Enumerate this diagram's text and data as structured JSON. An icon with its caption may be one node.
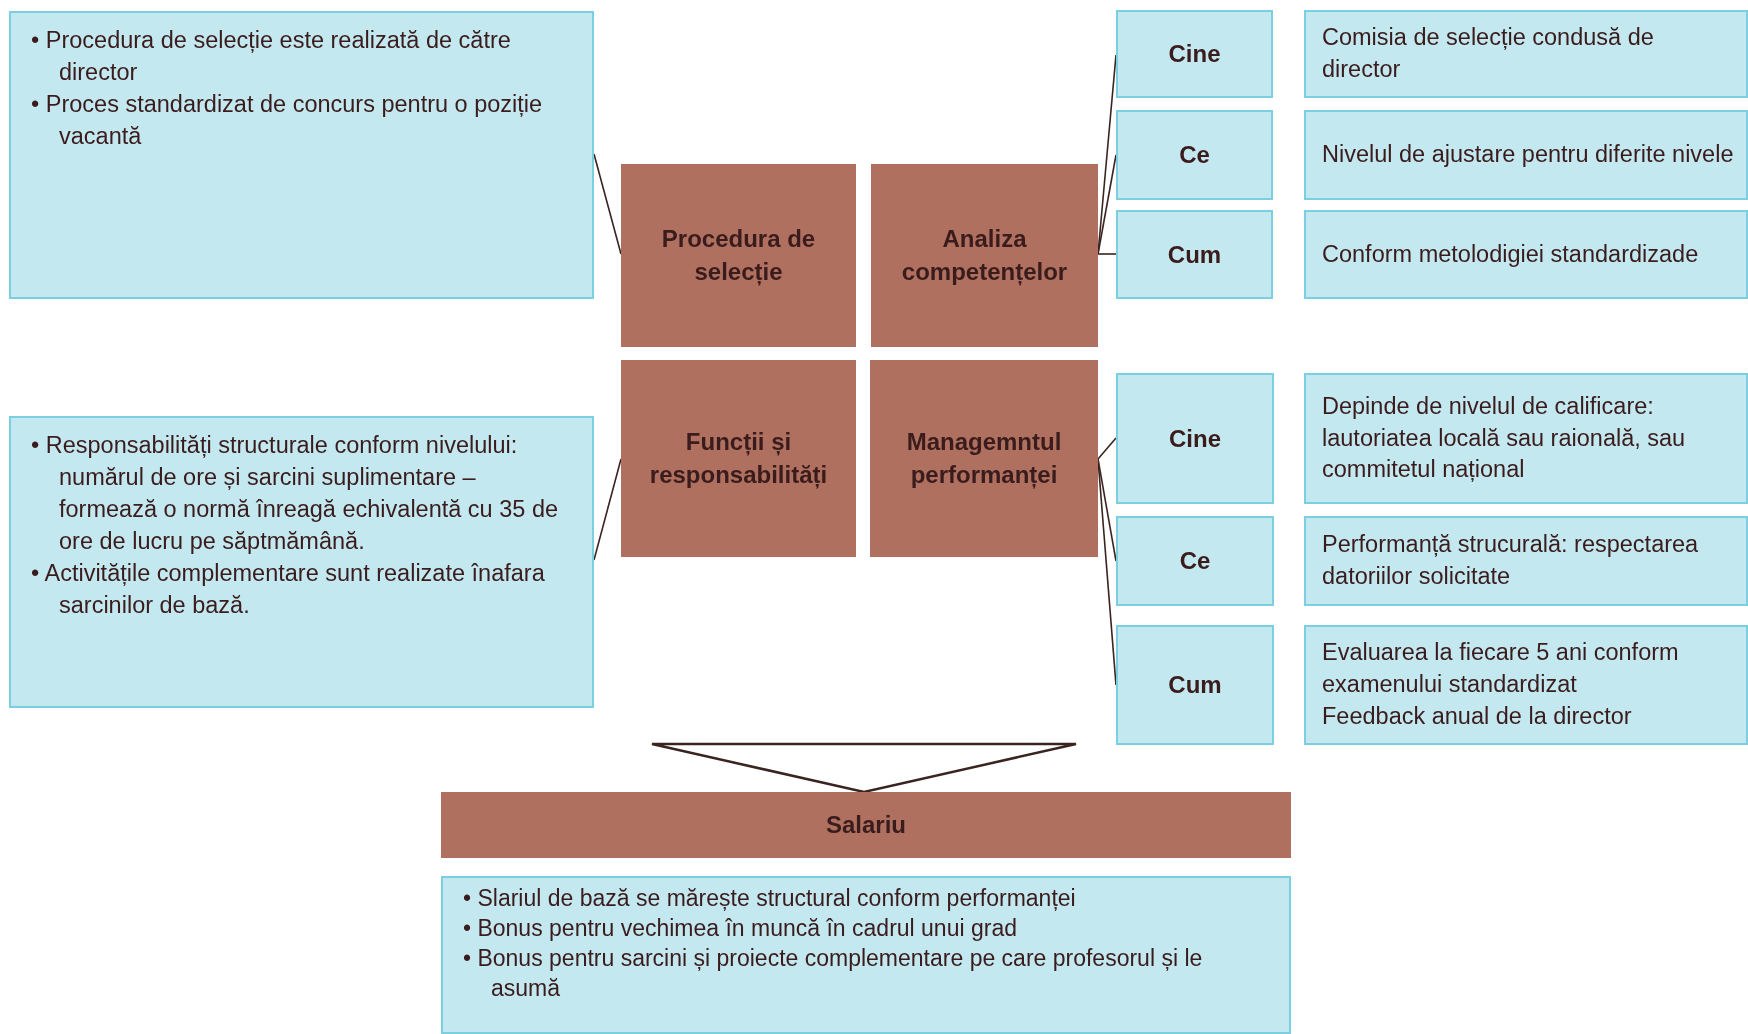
{
  "diagram": {
    "nodes": [
      {
        "text": [
          "• Procedura de selecție este realizată de către director",
          "• Proces standardizat de concurs pentru o poziție vacantă"
        ]
      },
      {
        "text": [
          "Procedura de selecție"
        ]
      },
      {
        "text": [
          "Analiza competențelor"
        ]
      },
      {
        "text": [
          "Cine"
        ]
      },
      {
        "text": [
          "Comisia de selecție condusă de director"
        ]
      },
      {
        "text": [
          "Ce"
        ]
      },
      {
        "text": [
          "Nivelul de ajustare pentru diferite nivele"
        ]
      },
      {
        "text": [
          "Cum"
        ]
      },
      {
        "text": [
          "Conform metolodigiei standardizade"
        ]
      },
      {
        "text": [
          "• Responsabilități structurale conform nivelului: numărul de ore și sarcini suplimentare – formează o normă înreagă echivalentă cu 35 de ore de lucru pe săptmămână.",
          "• Activitățile complementare sunt realizate înafara sarcinilor de bază."
        ]
      },
      {
        "text": [
          "Funcții și responsabilități"
        ]
      },
      {
        "text": [
          "Managemntul performanței"
        ]
      },
      {
        "text": [
          "Cine"
        ]
      },
      {
        "text": [
          "Depinde de nivelul de calificare: lautoriatea locală sau raională, sau commitetul național"
        ]
      },
      {
        "text": [
          "Ce"
        ]
      },
      {
        "text": [
          "Performanță strucurală: respectarea datoriilor solicitate"
        ]
      },
      {
        "text": [
          "Cum"
        ]
      },
      {
        "text": [
          "Evaluarea la fiecare 5 ani conform examenului standardizat",
          "Feedback anual de la director"
        ]
      },
      {
        "text": [
          "Salariu"
        ]
      },
      {
        "text": [
          "• Slariul de bază se mărește structural conform performanței",
          "• Bonus pentru vechimea în muncă în cadrul unui grad",
          "• Bonus pentru sarcini și proiecte complementare pe care profesorul și le asumă"
        ]
      }
    ],
    "edges": [
      {
        "from": 0,
        "to": 1,
        "arrow": "none"
      },
      {
        "from": 2,
        "to": 3,
        "arrow": "none"
      },
      {
        "from": 2,
        "to": 5,
        "arrow": "none"
      },
      {
        "from": 2,
        "to": 7,
        "arrow": "none"
      },
      {
        "from": 9,
        "to": 10,
        "arrow": "none"
      },
      {
        "from": 11,
        "to": 12,
        "arrow": "none"
      },
      {
        "from": 11,
        "to": 14,
        "arrow": "none"
      },
      {
        "from": 11,
        "to": 16,
        "arrow": "none"
      },
      {
        "from": null,
        "to": 18,
        "arrow": "to"
      }
    ]
  }
}
